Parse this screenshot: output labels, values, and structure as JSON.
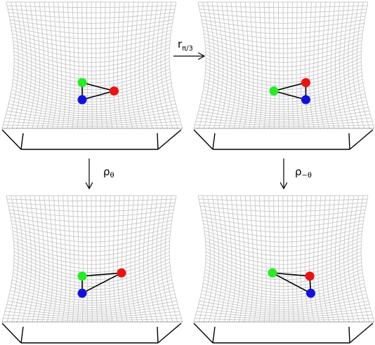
{
  "panels": [
    {
      "id": "top-left",
      "points": {
        "green": [
          0.1,
          0.43
        ],
        "red": [
          0.75,
          0.69
        ],
        "blue": [
          0.1,
          0.96
        ]
      }
    },
    {
      "id": "top-right",
      "points": {
        "green": [
          0.1,
          0.69
        ],
        "red": [
          0.75,
          0.43
        ],
        "blue": [
          0.75,
          0.96
        ]
      }
    },
    {
      "id": "bottom-left",
      "points": {
        "green": [
          0.1,
          0.43
        ],
        "red": [
          0.9,
          0.33
        ],
        "blue": [
          0.1,
          0.96
        ]
      }
    },
    {
      "id": "bottom-right",
      "points": {
        "green": [
          0.07,
          0.33
        ],
        "red": [
          0.83,
          0.43
        ],
        "blue": [
          0.85,
          0.96
        ]
      }
    }
  ],
  "arrows": {
    "rotation": {
      "main": "r",
      "sub": "π/3"
    },
    "left": {
      "main": "ρ",
      "sub": "θ"
    },
    "right": {
      "main": "ρ",
      "sub": "−θ"
    }
  },
  "colors": {
    "mesh": "#c8c8c8",
    "frame": "#000000",
    "green": "#22ee22",
    "red": "#ee1111",
    "blue": "#1111dd",
    "edge": "#000000"
  }
}
